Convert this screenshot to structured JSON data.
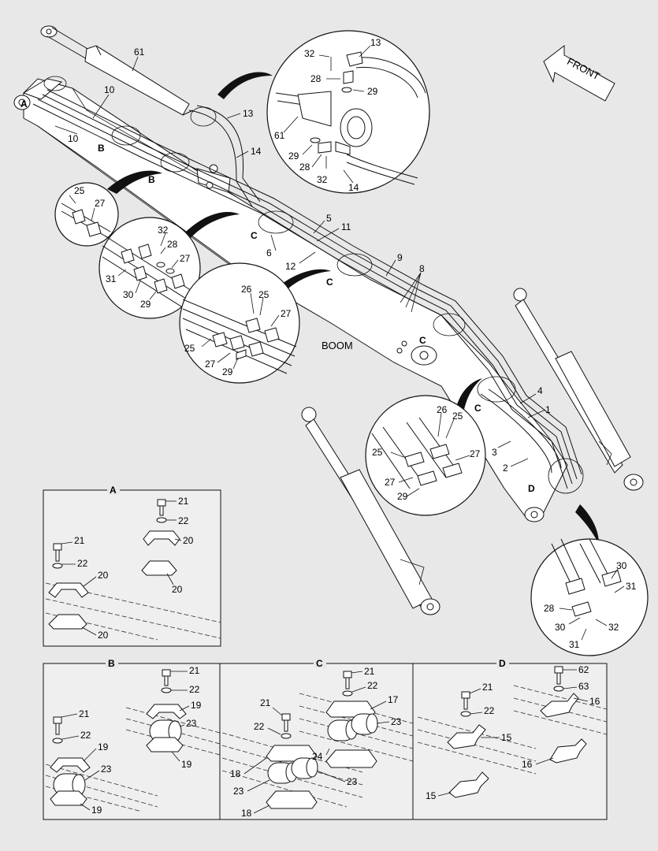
{
  "arrow_label": "FRONT",
  "boom_label": "BOOM",
  "callouts": {
    "n61": "61",
    "n10a": "10",
    "n10b": "10",
    "n13top": "13",
    "n14top": "14",
    "n5": "5",
    "n11": "11",
    "n6": "6",
    "n12": "12",
    "n9": "9",
    "n8": "8",
    "n4": "4",
    "n1": "1",
    "n3": "3",
    "n2": "2"
  },
  "letters": {
    "A": "A",
    "B1": "B",
    "B2": "B",
    "C1": "C",
    "C2": "C",
    "C3": "C",
    "C4": "C",
    "D": "D"
  },
  "detail_top": {
    "n32a": "32",
    "n13": "13",
    "n28a": "28",
    "n29a": "29",
    "n61": "61",
    "n29b": "29",
    "n28b": "28",
    "n32b": "32",
    "n14": "14"
  },
  "detail_small": {
    "n25": "25",
    "n27": "27"
  },
  "detail_mid": {
    "n32": "32",
    "n28": "28",
    "n27": "27",
    "n31": "31",
    "n30": "30",
    "n29": "29"
  },
  "detail_c1": {
    "n26": "26",
    "n25a": "25",
    "n27a": "27",
    "n25b": "25",
    "n27b": "27",
    "n29": "29"
  },
  "detail_c2": {
    "n26": "26",
    "n25a": "25",
    "n25b": "25",
    "n27a": "27",
    "n27b": "27",
    "n29": "29"
  },
  "detail_d": {
    "n30a": "30",
    "n31a": "31",
    "n28": "28",
    "n30b": "30",
    "n32": "32",
    "n31b": "31"
  },
  "panel_a": {
    "title": "A",
    "n21a": "21",
    "n22a": "22",
    "n20a": "20",
    "n20b": "20",
    "n21b": "21",
    "n22b": "22",
    "n20c": "20",
    "n20d": "20"
  },
  "panel_b": {
    "title": "B",
    "n21a": "21",
    "n22a": "22",
    "n19a": "19",
    "n23a": "23",
    "n19b": "19",
    "n21b": "21",
    "n22b": "22",
    "n19c": "19",
    "n23b": "23",
    "n19d": "19"
  },
  "panel_c": {
    "title": "C",
    "n21a": "21",
    "n22a": "22",
    "n17": "17",
    "n23a": "23",
    "n21b": "21",
    "n22b": "22",
    "n24": "24",
    "n18a": "18",
    "n23b": "23",
    "n23c": "23",
    "n18b": "18"
  },
  "panel_d": {
    "title": "D",
    "n21": "21",
    "n22": "22",
    "n15a": "15",
    "n15b": "15",
    "n62": "62",
    "n63": "63",
    "n16a": "16",
    "n16b": "16"
  }
}
